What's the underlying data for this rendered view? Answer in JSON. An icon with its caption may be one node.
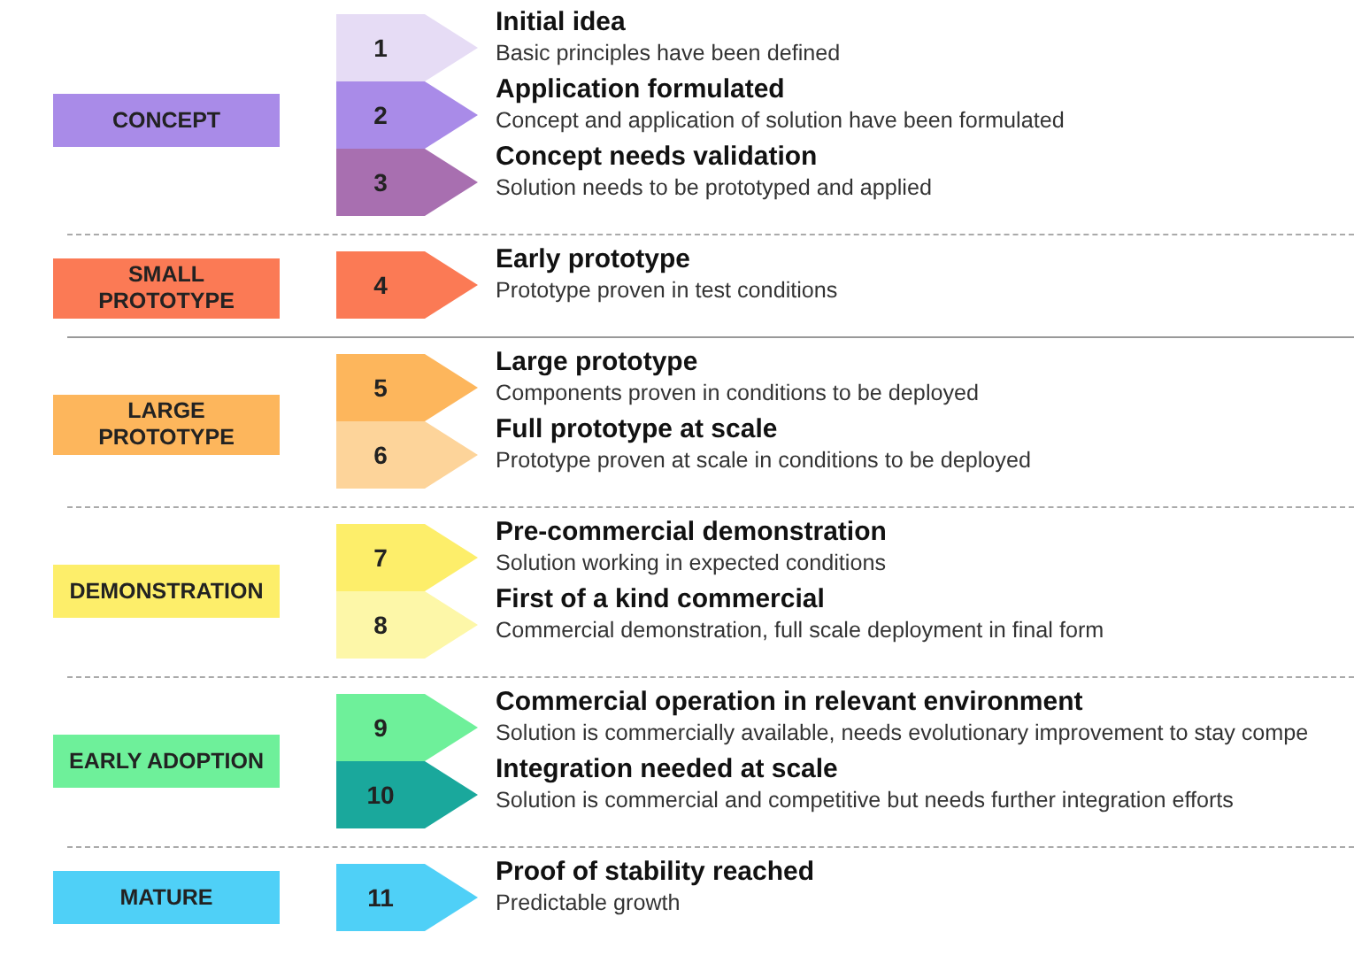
{
  "diagram": {
    "nodes": [
      {
        "text": [
          "CONCEPT"
        ]
      },
      {
        "text": [
          "1"
        ],
        "beside": [
          "Initial idea",
          "Basic principles have been defined"
        ]
      },
      {
        "text": [
          "2"
        ],
        "beside": [
          "Application formulated",
          "Concept and application of solution have been formulated"
        ]
      },
      {
        "text": [
          "3"
        ],
        "beside": [
          "Concept needs validation",
          "Solution needs to be prototyped and applied"
        ]
      },
      {
        "text": [
          "SMALL PROTOTYPE"
        ]
      },
      {
        "text": [
          "4"
        ],
        "beside": [
          "Early prototype",
          "Prototype proven in test conditions"
        ]
      },
      {
        "text": [
          "LARGE PROTOTYPE"
        ]
      },
      {
        "text": [
          "5"
        ],
        "beside": [
          "Large prototype",
          "Components proven in conditions to be deployed"
        ]
      },
      {
        "text": [
          "6"
        ],
        "beside": [
          "Full prototype at scale",
          "Prototype proven at scale in conditions to be deployed"
        ]
      },
      {
        "text": [
          "DEMONSTRATION"
        ]
      },
      {
        "text": [
          "7"
        ],
        "beside": [
          "Pre-commercial demonstration",
          "Solution working in expected conditions"
        ]
      },
      {
        "text": [
          "8"
        ],
        "beside": [
          "First of a kind commercial",
          "Commercial demonstration, full scale deployment in final form"
        ]
      },
      {
        "text": [
          "EARLY ADOPTION"
        ]
      },
      {
        "text": [
          "9"
        ],
        "beside": [
          "Commercial operation in relevant environment",
          "Solution is commercially available, needs evolutionary improvement to stay compe"
        ]
      },
      {
        "text": [
          "10"
        ],
        "beside": [
          "Integration needed at scale",
          "Solution is commercial and competitive but needs further integration efforts"
        ]
      },
      {
        "text": [
          "MATURE"
        ]
      },
      {
        "text": [
          "11"
        ],
        "beside": [
          "Proof of stability reached",
          "Predictable growth"
        ]
      }
    ],
    "edges": []
  }
}
